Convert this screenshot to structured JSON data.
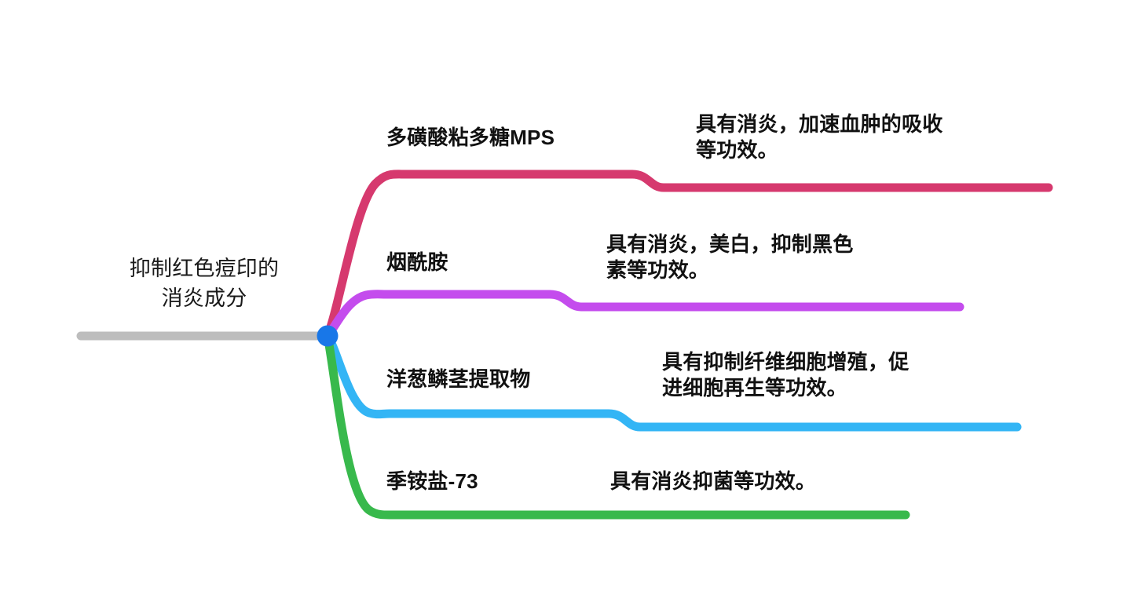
{
  "diagram": {
    "type": "mind-map",
    "title": "抑制红色痘印的消炎成分",
    "background_color": "#ffffff",
    "root": {
      "text": "抑制红色痘印的\n消炎成分",
      "trunk_color": "#bdbdbd",
      "node_color": "#1877e8"
    },
    "branches": [
      {
        "topic": "多磺酸粘多糖MPS",
        "detail": "具有消炎，加速血肿的吸收\n等功效。",
        "color": "#d6396e"
      },
      {
        "topic": "烟酰胺",
        "detail": "具有消炎，美白，抑制黑色\n素等功效。",
        "color": "#c44ced"
      },
      {
        "topic": "洋葱鳞茎提取物",
        "detail": "具有抑制纤维细胞增殖，促\n进细胞再生等功效。",
        "color": "#33b5f5"
      },
      {
        "topic": "季铵盐-73",
        "detail": "具有消炎抑菌等功效。",
        "color": "#38b94c"
      }
    ]
  }
}
